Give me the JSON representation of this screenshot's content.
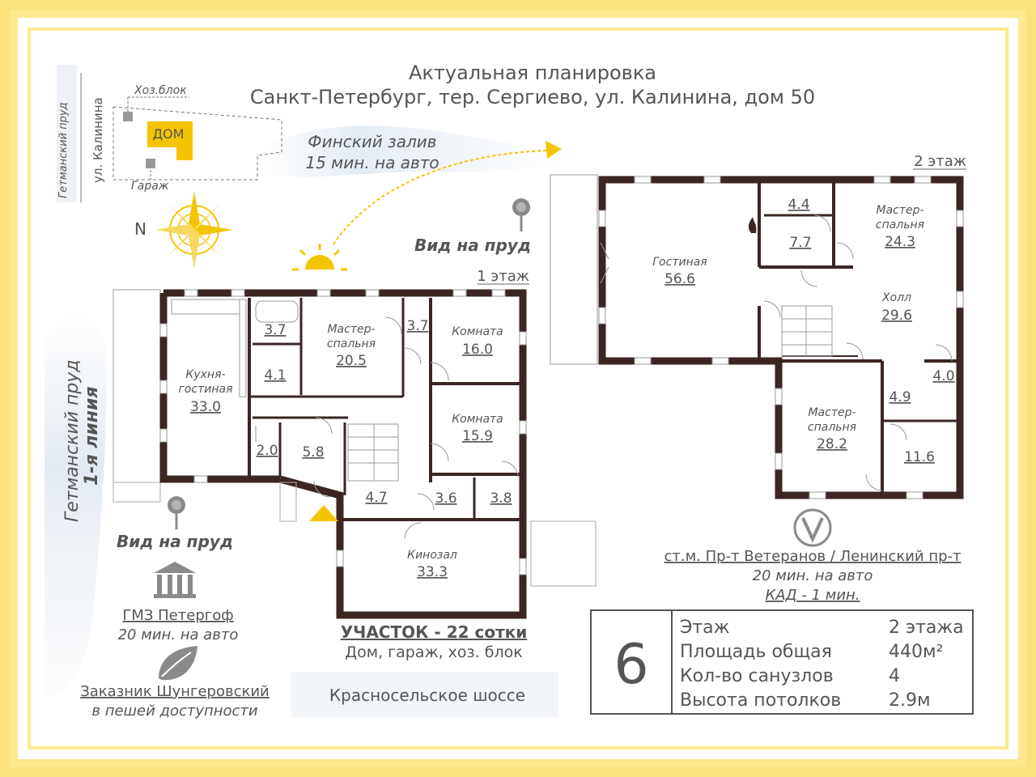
{
  "header": {
    "title": "Актуальная планировка",
    "address": "Санкт-Петербург, тер. Сергиево, ул. Калинина, дом 50"
  },
  "site_map": {
    "pond_label": "Гетманский пруд",
    "street_label": "ул. Калинина",
    "outbuilding_label": "Хоз.блок",
    "house_label": "ДОМ",
    "garage_label": "Гараж",
    "north_label": "N"
  },
  "gulf": {
    "name": "Финский залив",
    "distance": "15 мин. на авто"
  },
  "views": {
    "pond_view_top": "Вид на пруд",
    "pond_view_left": "Вид на пруд"
  },
  "left_side": {
    "pond_line_1": "Гетманский пруд",
    "pond_line_2": "1-я линия"
  },
  "floor1": {
    "label": "1 этаж",
    "rooms": {
      "kitchen_name_1": "Кухня-",
      "kitchen_name_2": "гостиная",
      "kitchen_area": "33.0",
      "bath_a": "3.7",
      "room_a": "4.1",
      "master_name_1": "Мастер-",
      "master_name_2": "спальня",
      "master_area": "20.5",
      "hall_a": "3.7",
      "room1_name": "Комната",
      "room1_area": "16.0",
      "room2_name": "Комната",
      "room2_area": "15.9",
      "small_2": "2.0",
      "small_58": "5.8",
      "small_47": "4.7",
      "small_36": "3.6",
      "small_38": "3.8",
      "cinema_name": "Кинозал",
      "cinema_area": "33.3"
    }
  },
  "floor2": {
    "label": "2 этаж",
    "rooms": {
      "living_name": "Гостиная",
      "living_area": "56.6",
      "bath_44": "4.4",
      "room_77": "7.7",
      "master1_name_1": "Мастер-",
      "master1_name_2": "спальня",
      "master1_area": "24.3",
      "hall_name": "Холл",
      "hall_area": "29.6",
      "small_40": "4.0",
      "small_49": "4.9",
      "master2_name_1": "Мастер-",
      "master2_name_2": "спальня",
      "master2_area": "28.2",
      "small_116": "11.6"
    }
  },
  "plot": {
    "title": "УЧАСТОК - 22 сотки",
    "subtitle": "Дом, гараж, хоз. блок"
  },
  "nearby": {
    "museum_name": "ГМЗ Петергоф",
    "museum_dist": "20 мин. на авто",
    "reserve_name": "Заказник Шунгеровский",
    "reserve_dist": "в пешей доступности",
    "road": "Красносельское шоссе",
    "metro_name": "ст.м. Пр-т Ветеранов / Ленинский пр-т",
    "metro_dist": "20 мин. на авто",
    "kad": "КАД - 1 мин."
  },
  "specs": {
    "number": "6",
    "rows": [
      {
        "label": "Этаж",
        "value": "2 этажа"
      },
      {
        "label": "Площадь общая",
        "value": "440м²"
      },
      {
        "label": "Кол-во санузлов",
        "value": "4"
      },
      {
        "label": "Высота потолков",
        "value": "2.9м"
      }
    ]
  },
  "colors": {
    "frame": "#fbe27d",
    "wall": "#3b2624",
    "accent_yellow": "#f5c400",
    "text": "#555555"
  }
}
